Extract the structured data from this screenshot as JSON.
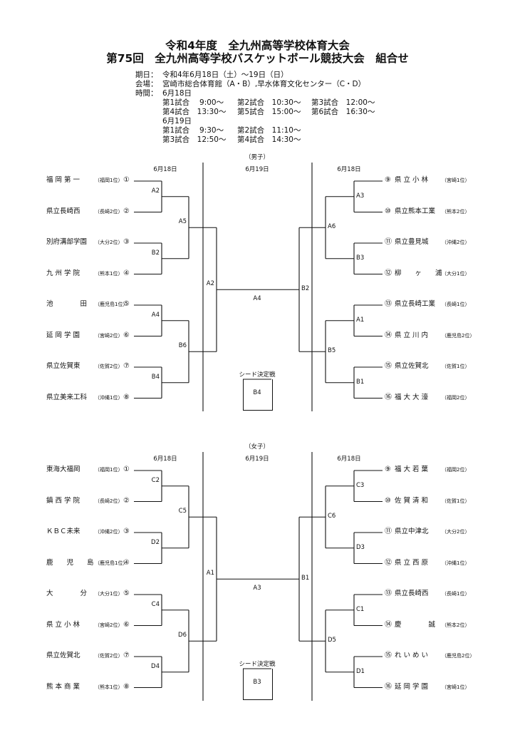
{
  "title": {
    "line1": "令和4年度　全九州高等学校体育大会",
    "line2": "第75回　全九州高等学校バスケットボール競技大会　組合せ"
  },
  "info": {
    "date_label": "期日：",
    "date_value": "令和4年6月18日（土）～19日（日）",
    "venue_label": "会場：",
    "venue_value": "宮崎市総合体育館（A・B）,早水体育文化センター（C・D）",
    "time_label": "時間：",
    "day1": "6月18日",
    "day1_row1": [
      "第1試合　 9:00～",
      "第2試合　10:30～",
      "第3試合　12:00～"
    ],
    "day1_row2": [
      "第4試合　13:30～",
      "第5試合　15:00～",
      "第6試合　16:30～"
    ],
    "day2": "6月19日",
    "day2_row1": [
      "第1試合　 9:30～",
      "第2試合　11:10～"
    ],
    "day2_row2": [
      "第3試合　12:50～",
      "第4試合　14:30～"
    ]
  },
  "boys": {
    "section_label": "（男子）",
    "date_left": "6月18日",
    "date_center": "6月19日",
    "date_right": "6月18日",
    "left_teams": [
      {
        "name": "福 岡 第 一",
        "qual": "（福岡1位）",
        "num": "①"
      },
      {
        "name": "県立長崎西",
        "qual": "（長崎2位）",
        "num": "②"
      },
      {
        "name": "別府溝部学園",
        "qual": "（大分2位）",
        "num": "③"
      },
      {
        "name": "九 州 学 院",
        "qual": "（熊本1位）",
        "num": "④"
      },
      {
        "name": "池　　　　田",
        "qual": "（鹿児島1位）",
        "num": "⑤"
      },
      {
        "name": "延 岡 学 園",
        "qual": "（宮崎2位）",
        "num": "⑥"
      },
      {
        "name": "県立佐賀東",
        "qual": "（佐賀2位）",
        "num": "⑦"
      },
      {
        "name": "県立美来工科",
        "qual": "（沖縄1位）",
        "num": "⑧"
      }
    ],
    "right_teams": [
      {
        "num": "⑨",
        "name": "県 立 小 林",
        "qual": "（宮崎1位）"
      },
      {
        "num": "⑩",
        "name": "県立熊本工業",
        "qual": "（熊本2位）"
      },
      {
        "num": "⑪",
        "name": "県立豊見城",
        "qual": "（沖縄2位）"
      },
      {
        "num": "⑫",
        "name": "柳　　ヶ　　浦",
        "qual": "（大分1位）"
      },
      {
        "num": "⑬",
        "name": "県立長崎工業",
        "qual": "（長崎1位）"
      },
      {
        "num": "⑭",
        "name": "県 立 川 内",
        "qual": "（鹿児島2位）"
      },
      {
        "num": "⑮",
        "name": "県立佐賀北",
        "qual": "（佐賀1位）"
      },
      {
        "num": "⑯",
        "name": "福 大 大 濠",
        "qual": "（福岡2位）"
      }
    ],
    "left_r1": [
      "A2",
      "B2",
      "A4",
      "B4"
    ],
    "left_r2": [
      "A5",
      "B6"
    ],
    "left_r3": "A2",
    "right_r1": [
      "A3",
      "B3",
      "A1",
      "B1"
    ],
    "right_r2": [
      "A6",
      "B5"
    ],
    "right_r3": "B2",
    "final": "A4",
    "seed_label": "シード決定戦",
    "seed_court": "B4"
  },
  "girls": {
    "section_label": "（女子）",
    "date_left": "6月18日",
    "date_center": "6月19日",
    "date_right": "6月18日",
    "left_teams": [
      {
        "name": "東海大福岡",
        "qual": "（福岡1位）",
        "num": "①"
      },
      {
        "name": "鎮 西 学 院",
        "qual": "（長崎2位）",
        "num": "②"
      },
      {
        "name": "ＫＢＣ未来",
        "qual": "（沖縄2位）",
        "num": "③"
      },
      {
        "name": "鹿　　児　　島",
        "qual": "（鹿児島1位）",
        "num": "④"
      },
      {
        "name": "大　　　　分",
        "qual": "（大分1位）",
        "num": "⑤"
      },
      {
        "name": "県 立 小 林",
        "qual": "（宮崎2位）",
        "num": "⑥"
      },
      {
        "name": "県立佐賀北",
        "qual": "（佐賀2位）",
        "num": "⑦"
      },
      {
        "name": "熊 本 商 業",
        "qual": "（熊本1位）",
        "num": "⑧"
      }
    ],
    "right_teams": [
      {
        "num": "⑨",
        "name": "福 大 若 葉",
        "qual": "（福岡2位）"
      },
      {
        "num": "⑩",
        "name": "佐 賀 清 和",
        "qual": "（佐賀1位）"
      },
      {
        "num": "⑪",
        "name": "県立中津北",
        "qual": "（大分2位）"
      },
      {
        "num": "⑫",
        "name": "県 立 西 原",
        "qual": "（沖縄1位）"
      },
      {
        "num": "⑬",
        "name": "県立長崎西",
        "qual": "（長崎1位）"
      },
      {
        "num": "⑭",
        "name": "慶　　　　誠",
        "qual": "（熊本2位）"
      },
      {
        "num": "⑮",
        "name": "れ い め い",
        "qual": "（鹿児島2位）"
      },
      {
        "num": "⑯",
        "name": "延 岡 学 園",
        "qual": "（宮崎1位）"
      }
    ],
    "left_r1": [
      "C2",
      "D2",
      "C4",
      "D4"
    ],
    "left_r2": [
      "C5",
      "D6"
    ],
    "left_r3": "A1",
    "right_r1": [
      "C3",
      "D3",
      "C1",
      "D1"
    ],
    "right_r2": [
      "C6",
      "D5"
    ],
    "right_r3": "B1",
    "final": "A3",
    "seed_label": "シード決定戦",
    "seed_court": "B3"
  }
}
